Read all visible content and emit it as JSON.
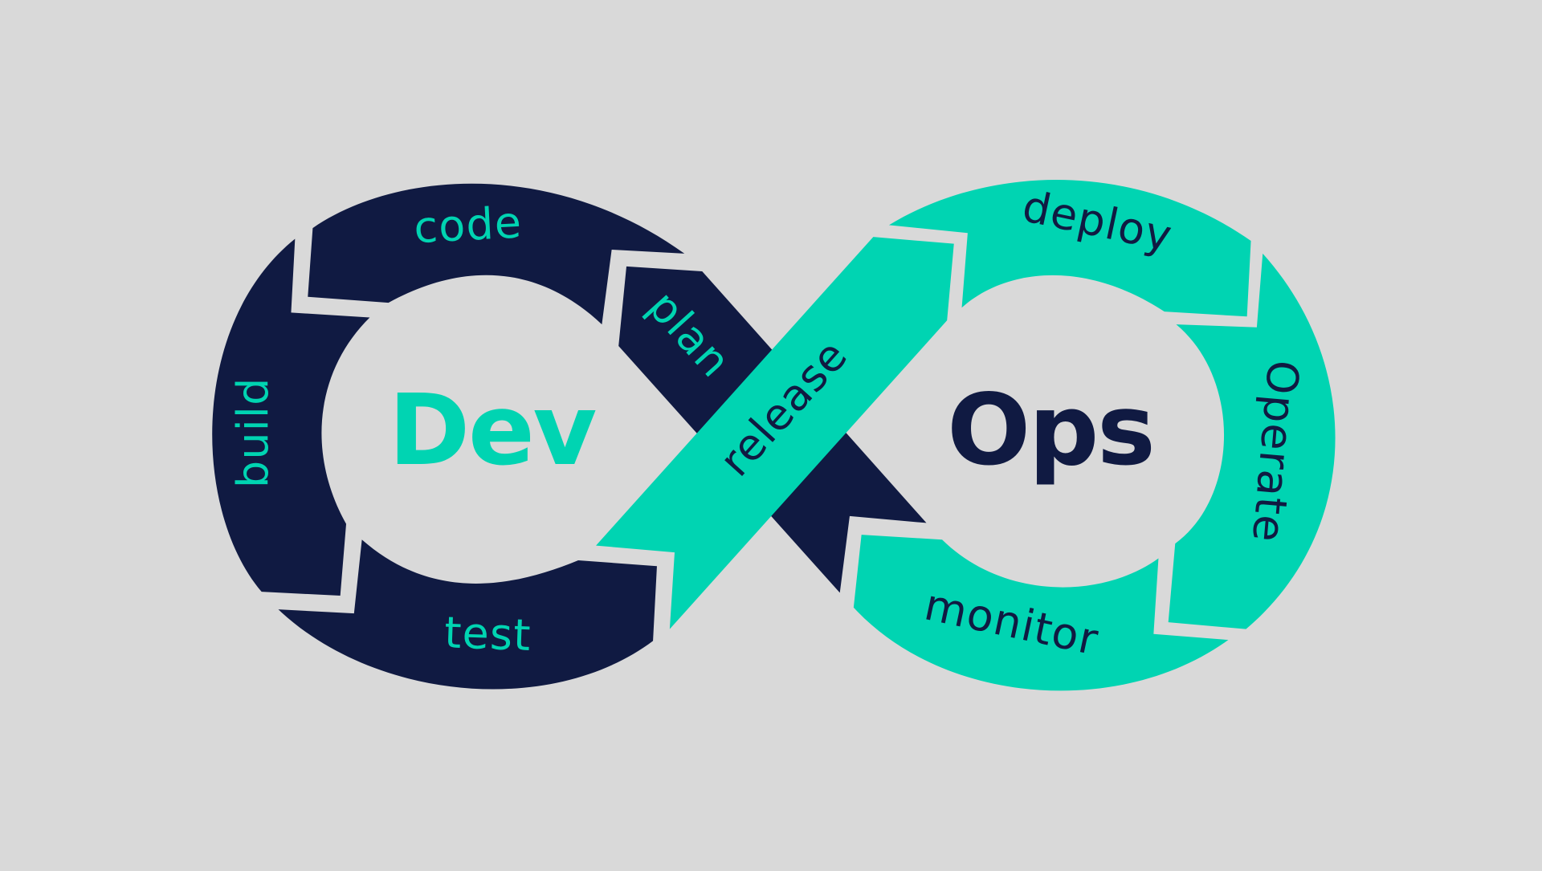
{
  "diagram": {
    "title_left": "Dev",
    "title_right": "Ops",
    "stages": [
      {
        "id": "plan",
        "label": "plan",
        "side": "dev"
      },
      {
        "id": "code",
        "label": "code",
        "side": "dev"
      },
      {
        "id": "build",
        "label": "build",
        "side": "dev"
      },
      {
        "id": "test",
        "label": "test",
        "side": "dev"
      },
      {
        "id": "release",
        "label": "release",
        "side": "ops"
      },
      {
        "id": "deploy",
        "label": "deploy",
        "side": "ops"
      },
      {
        "id": "operate",
        "label": "Operate",
        "side": "ops"
      },
      {
        "id": "monitor",
        "label": "monitor",
        "side": "ops"
      }
    ]
  },
  "colors": {
    "background": "#d9d9d9",
    "dev": "#101a42",
    "ops": "#00d4b2"
  }
}
